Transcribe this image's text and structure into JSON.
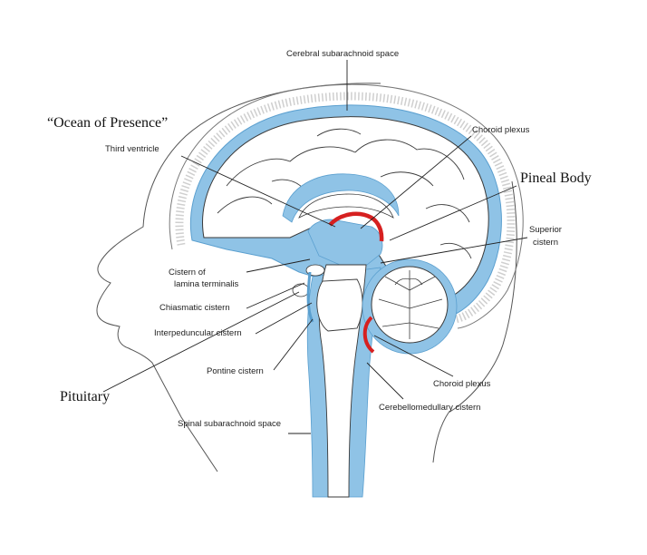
{
  "colors": {
    "csf": "#8fc3e6",
    "csf_dark": "#5a9fcf",
    "choroid": "#d62020",
    "outline": "#3a3a3a"
  },
  "labels": {
    "cerebral_subarachnoid_space": "Cerebral subarachnoid space",
    "ocean_of_presence": "“Ocean of Presence”",
    "choroid_plexus_top": "Choroid plexus",
    "third_ventricle": "Third ventricle",
    "pineal_body": "Pineal Body",
    "superior_cistern_1": "Superior",
    "superior_cistern_2": "cistern",
    "cistern_lamina_1": "Cistern of",
    "cistern_lamina_2": "lamina terminalis",
    "chiasmatic_cistern": "Chiasmatic cistern",
    "interpeduncular_cistern": "Interpeduncular cistern",
    "pontine_cistern": "Pontine cistern",
    "pituitary": "Pituitary",
    "choroid_plexus_bottom": "Choroid plexus",
    "cerebellomedullary_cistern": "Cerebellomedullary cistern",
    "spinal_subarachnoid_space": "Spinal subarachnoid space"
  }
}
